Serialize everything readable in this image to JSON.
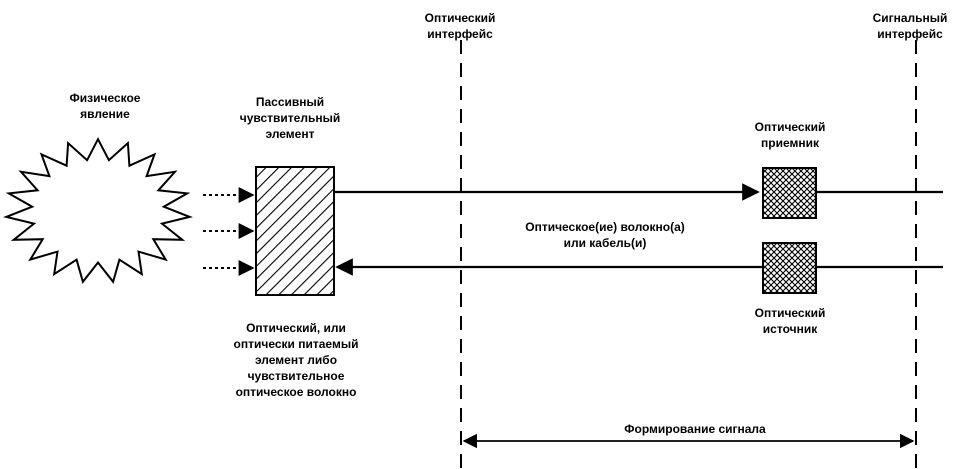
{
  "labels": {
    "optical_interface": [
      "Оптический",
      "интерфейс"
    ],
    "signal_interface": [
      "Сигнальный",
      "интерфейс"
    ],
    "phenomenon": [
      "Физическое",
      "явление"
    ],
    "passive_element": [
      "Пассивный",
      "чувствительный",
      "элемент"
    ],
    "optical_receiver": [
      "Оптический",
      "приемник"
    ],
    "fiber_or_cable": [
      "Оптическое(ие) волокно(а)",
      "или кабель(и)"
    ],
    "optical_source": [
      "Оптический",
      "источник"
    ],
    "element_description": [
      "Оптический, или",
      "оптически питаемый",
      "элемент либо",
      "чувствительное",
      "оптическое волокно"
    ],
    "signal_formation": "Формирование сигнала"
  }
}
